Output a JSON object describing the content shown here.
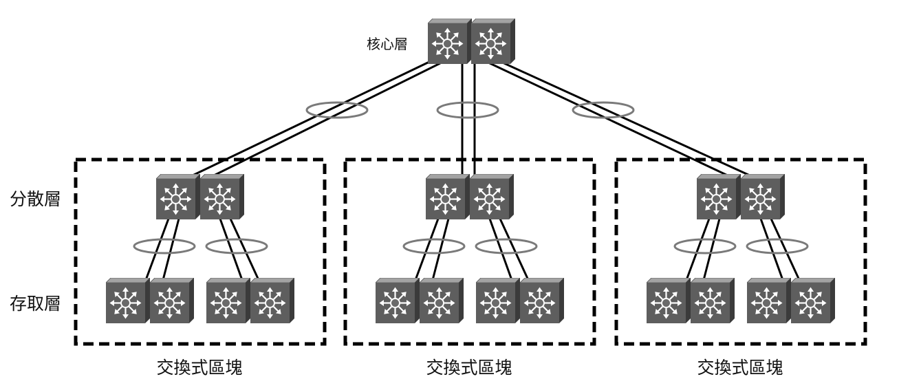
{
  "layers": {
    "core": "核心層",
    "distribution": "分散層",
    "access": "存取層"
  },
  "blocks": [
    {
      "label": "交換式區塊"
    },
    {
      "label": "交換式區塊"
    },
    {
      "label": "交換式區塊"
    }
  ]
}
